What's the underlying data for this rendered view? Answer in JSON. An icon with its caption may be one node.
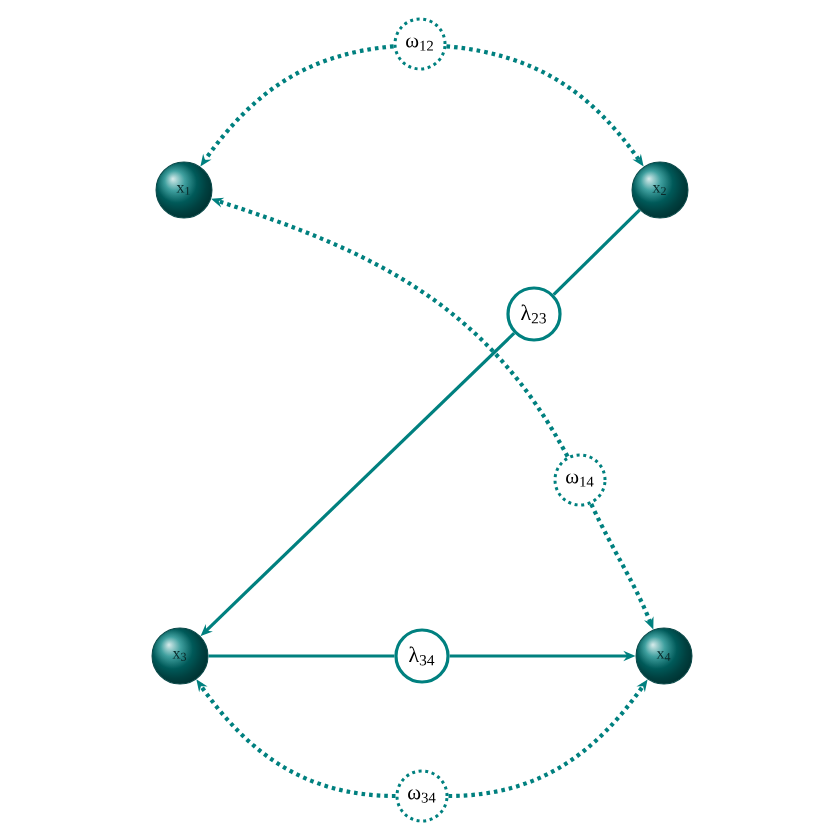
{
  "diagram": {
    "nodes": [
      {
        "text": [
          "ω$_{12}$"
        ]
      },
      {
        "text": [
          "x$_{1}$"
        ]
      },
      {
        "text": [
          "x$_{2}$"
        ]
      },
      {
        "text": [
          "λ$_{23}$"
        ]
      },
      {
        "text": [
          "ω$_{14}$"
        ]
      },
      {
        "text": [
          "x$_{3}$"
        ]
      },
      {
        "text": [
          "λ$_{34}$"
        ]
      },
      {
        "text": [
          "x$_{4}$"
        ]
      },
      {
        "text": [
          "ω$_{34}$"
        ]
      }
    ],
    "edges": [
      {
        "from": 0,
        "to": 1,
        "arrow": "to",
        "style": "dashed"
      },
      {
        "from": 0,
        "to": 2,
        "arrow": "to",
        "style": "dashed"
      },
      {
        "from": 2,
        "to": 3,
        "arrow": "none"
      },
      {
        "from": 3,
        "to": 5,
        "arrow": "to"
      },
      {
        "from": 4,
        "to": 1,
        "arrow": "to",
        "style": "dashed"
      },
      {
        "from": 4,
        "to": 7,
        "arrow": "to",
        "style": "dashed"
      },
      {
        "from": 5,
        "to": 6,
        "arrow": "none"
      },
      {
        "from": 6,
        "to": 7,
        "arrow": "to"
      },
      {
        "from": 8,
        "to": 5,
        "arrow": "to",
        "style": "dashed"
      },
      {
        "from": 8,
        "to": 7,
        "arrow": "to",
        "style": "dashed"
      }
    ]
  }
}
